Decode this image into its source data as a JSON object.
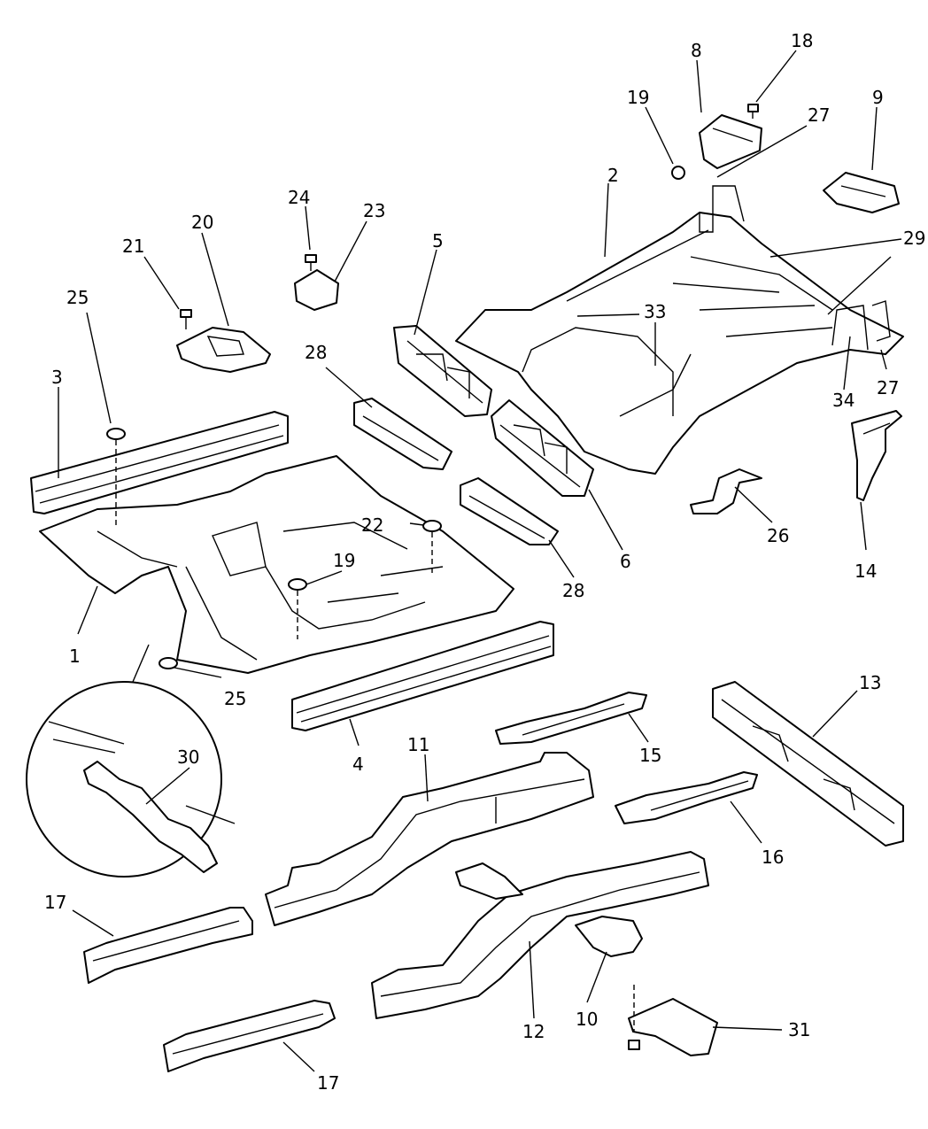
{
  "callouts": [
    {
      "id": "c1",
      "label": "1"
    },
    {
      "id": "c2",
      "label": "2"
    },
    {
      "id": "c3",
      "label": "3"
    },
    {
      "id": "c4",
      "label": "4"
    },
    {
      "id": "c5",
      "label": "5"
    },
    {
      "id": "c6",
      "label": "6"
    },
    {
      "id": "c8",
      "label": "8"
    },
    {
      "id": "c9",
      "label": "9"
    },
    {
      "id": "c10",
      "label": "10"
    },
    {
      "id": "c11",
      "label": "11"
    },
    {
      "id": "c12",
      "label": "12"
    },
    {
      "id": "c13",
      "label": "13"
    },
    {
      "id": "c14",
      "label": "14"
    },
    {
      "id": "c15",
      "label": "15"
    },
    {
      "id": "c16",
      "label": "16"
    },
    {
      "id": "c17a",
      "label": "17"
    },
    {
      "id": "c17b",
      "label": "17"
    },
    {
      "id": "c18",
      "label": "18"
    },
    {
      "id": "c19a",
      "label": "19"
    },
    {
      "id": "c19b",
      "label": "19"
    },
    {
      "id": "c20",
      "label": "20"
    },
    {
      "id": "c21",
      "label": "21"
    },
    {
      "id": "c22",
      "label": "22"
    },
    {
      "id": "c23",
      "label": "23"
    },
    {
      "id": "c24",
      "label": "24"
    },
    {
      "id": "c25a",
      "label": "25"
    },
    {
      "id": "c25b",
      "label": "25"
    },
    {
      "id": "c26",
      "label": "26"
    },
    {
      "id": "c27a",
      "label": "27"
    },
    {
      "id": "c27b",
      "label": "27"
    },
    {
      "id": "c28a",
      "label": "28"
    },
    {
      "id": "c28b",
      "label": "28"
    },
    {
      "id": "c29",
      "label": "29"
    },
    {
      "id": "c30",
      "label": "30"
    },
    {
      "id": "c31",
      "label": "31"
    },
    {
      "id": "c33",
      "label": "33"
    },
    {
      "id": "c34",
      "label": "34"
    }
  ]
}
